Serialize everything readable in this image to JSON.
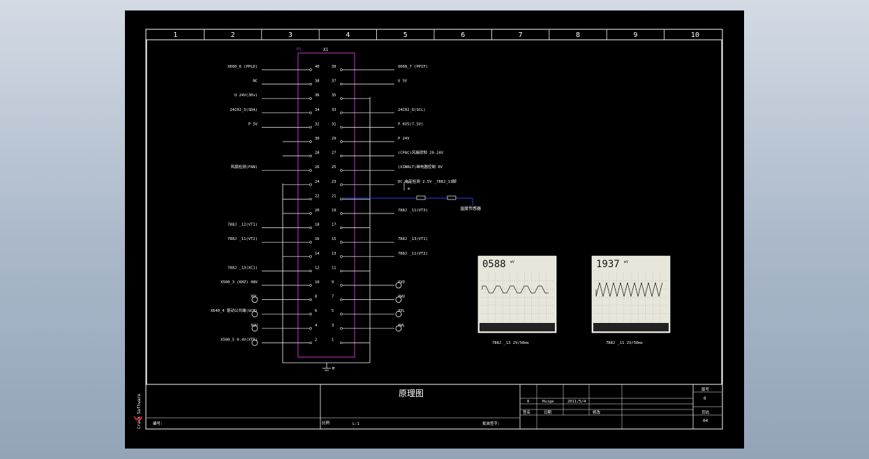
{
  "colors": {
    "background": "#000000",
    "lines": "#ffffff",
    "connector": "#cc33cc",
    "wire": "#2d3df0",
    "scope_bg": "#e8e6da"
  },
  "frame": {
    "columns": [
      "1",
      "2",
      "3",
      "4",
      "5",
      "6",
      "7",
      "8",
      "9",
      "10"
    ]
  },
  "connector": {
    "designator": "X1",
    "pin_marker": "P1",
    "left_pins": [
      "40",
      "38",
      "36",
      "34",
      "32",
      "30",
      "28",
      "26",
      "24",
      "22",
      "20",
      "18",
      "16",
      "14",
      "12",
      "10",
      "8",
      "6",
      "4",
      "2"
    ],
    "right_pins": [
      "39",
      "37",
      "35",
      "33",
      "31",
      "29",
      "27",
      "25",
      "23",
      "21",
      "19",
      "17",
      "15",
      "13",
      "11",
      "9",
      "7",
      "5",
      "3",
      "1"
    ],
    "ground_label": "M"
  },
  "left_labels": [
    "X660_6 (PPLD)",
    "NC",
    "U 24V(30v)",
    "24C02_5(SDA)",
    "P 5V",
    "",
    "",
    "风扇检测(FAN)",
    "",
    "",
    "",
    "788J _12(VT1)",
    "788J _11(VT2)",
    "",
    "788J _13(XC1)",
    "X500_3 (KHZ) 48V",
    "XDL",
    "X640_4 驱动公共端(GCM)",
    "XUU",
    "X500_5 0.4V(XTR)"
  ],
  "right_labels": [
    "X660_7 (PPIF)",
    "U 5V",
    "",
    "24C02_6(SCL)",
    "P 6V5(7.5V)",
    "P 24V",
    "(CPAC)风扇控制 20-24V",
    "(XINRLT)继电器控制 0V",
    "DC 电压检测 2.5V _788J_13脚",
    "",
    "788J _11(VT3)",
    "",
    "788J _13(VT1)",
    "788J _11(VT2)",
    "",
    "XVD",
    "XWU",
    "XVL",
    "XWL",
    ""
  ],
  "temp_sensor_label": "温度传感器",
  "scopes": [
    {
      "reading": "0588",
      "unit": "mV",
      "caption": "788J _13  2V/50ms"
    },
    {
      "reading": "1937",
      "unit": "mV",
      "caption": "788J _11  2V/50ms"
    }
  ],
  "title_block": {
    "title": "原理图",
    "brand": "Crack Software",
    "number_label": "编号:",
    "scale_label": "比例",
    "ratio": "L:1",
    "approved": "批准签字:",
    "version_label": "版号",
    "version": "0",
    "sheet_label": "页码",
    "sheet": "04",
    "rev": "0",
    "designer": "Huige",
    "date": "2011/5/4",
    "signer": "签名",
    "date_label": "日期",
    "mark": "修改"
  }
}
